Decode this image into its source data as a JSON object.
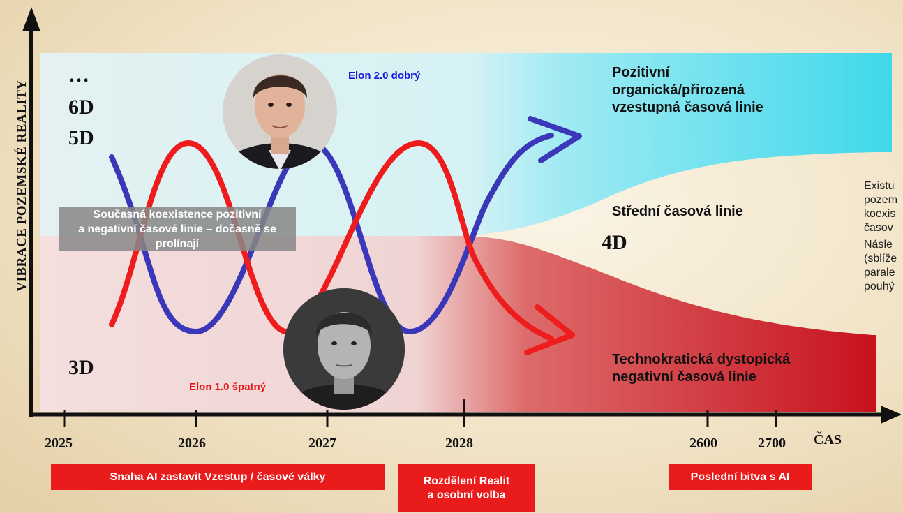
{
  "y_axis_label": "VIBRACE POZEMSKÉ REALITY",
  "x_axis_label": "ČAS",
  "dimensions": [
    "…",
    "6D",
    "5D",
    "4D",
    "3D"
  ],
  "years": [
    "2025",
    "2026",
    "2027",
    "2028",
    "2600",
    "2700"
  ],
  "elon_good_label": "Elon 2.0 dobrý",
  "elon_bad_label": "Elon 1.0 špatný",
  "coexistence_text": "Současná koexistence pozitivní\na negativní časové linie – dočasně se prolínají",
  "positive_timeline": [
    "Pozitivní",
    "organická/přirozená",
    "vzestupná časová linie"
  ],
  "middle_timeline": "Střední časová linie",
  "negative_timeline": [
    "Technokratická dystopická",
    "negativní časová linie"
  ],
  "side_text": [
    "Existu",
    "pozem",
    "koexis",
    "časov",
    "Násle",
    "(sblíže",
    "parale",
    "pouhý"
  ],
  "banners": {
    "ai_stop": "Snaha AI zastavit Vzestup / časové války",
    "split": "Rozdělení Realit\na osobní volba",
    "last_battle": "Poslední bitva s AI"
  },
  "colors": {
    "positive_curve": "#3a37b8",
    "negative_curve": "#ee1c1c",
    "positive_band": "#3fd8ea",
    "negative_band": "#c8121e",
    "banner": "#ea1b1b",
    "elon_good_text": "#1a1adc",
    "elon_bad_text": "#e81515"
  }
}
